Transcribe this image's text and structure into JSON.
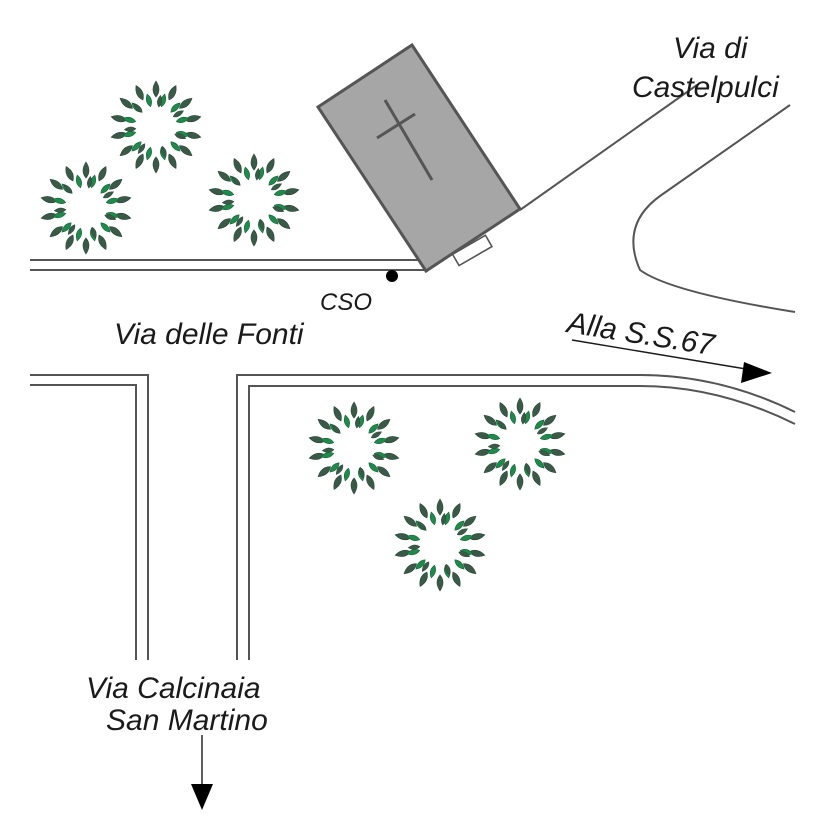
{
  "map": {
    "colors": {
      "background": "#ffffff",
      "road": "#555555",
      "church_fill": "#a6a6a6",
      "church_outline": "#555555",
      "tree_dark": "#3a5a48",
      "tree_light": "#1f8a4a",
      "marker": "#000000",
      "text": "#1a1a1a"
    },
    "labels": {
      "via_castelpulci_line1": "Via di",
      "via_castelpulci_line2": "Castelpulci",
      "cso": "CSO",
      "via_delle_fonti": "Via delle Fonti",
      "alla_ss67": "Alla S.S.67",
      "via_calcinaia_line1": "Via Calcinaia",
      "via_calcinaia_line2": "San Martino"
    },
    "icons": {
      "church": "church-cross-icon",
      "tree": "tree-canopy-icon",
      "marker": "location-dot-icon",
      "arrow": "direction-arrow-icon"
    }
  }
}
